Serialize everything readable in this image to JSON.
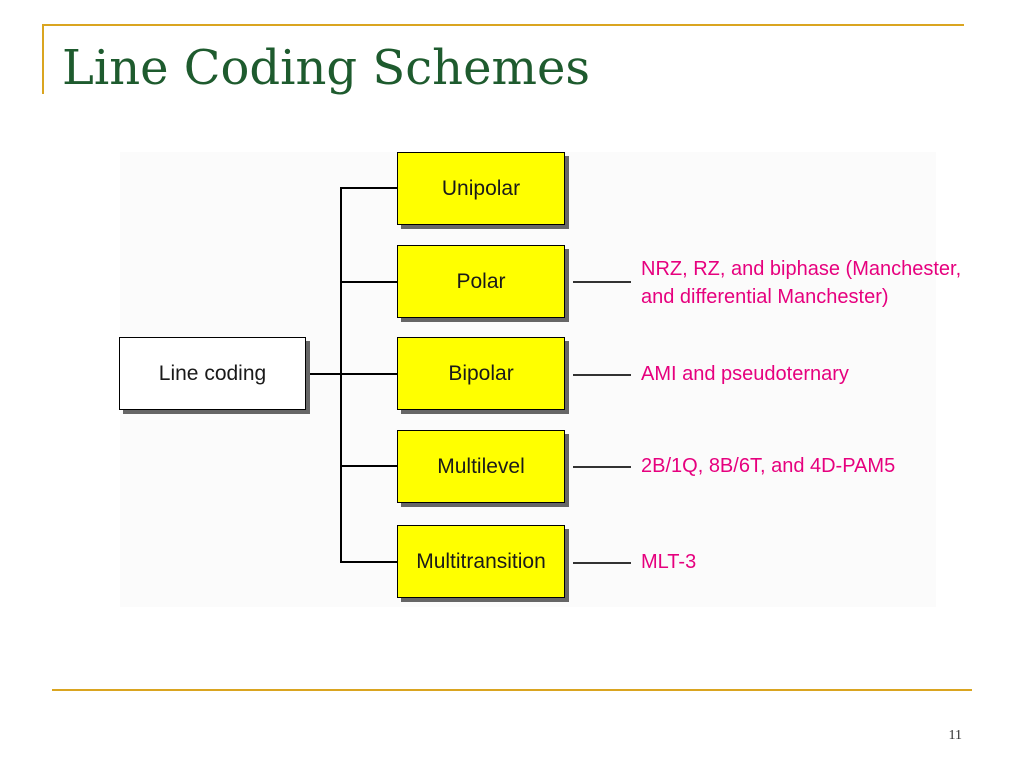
{
  "slide": {
    "title": "Line Coding Schemes",
    "page_number": "11"
  },
  "diagram": {
    "root": "Line coding",
    "schemes": [
      {
        "label": "Unipolar",
        "description": ""
      },
      {
        "label": "Polar",
        "description": "NRZ, RZ, and biphase (Manchester,\nand differential Manchester)"
      },
      {
        "label": "Bipolar",
        "description": "AMI and pseudoternary"
      },
      {
        "label": "Multilevel",
        "description": "2B/1Q,  8B/6T, and 4D-PAM5"
      },
      {
        "label": "Multitransition",
        "description": "MLT-3"
      }
    ]
  },
  "colors": {
    "title": "#1E5B2E",
    "accent_rule": "#DAA520",
    "scheme_box_fill": "#FFFF00",
    "description_text": "#E6007E"
  }
}
